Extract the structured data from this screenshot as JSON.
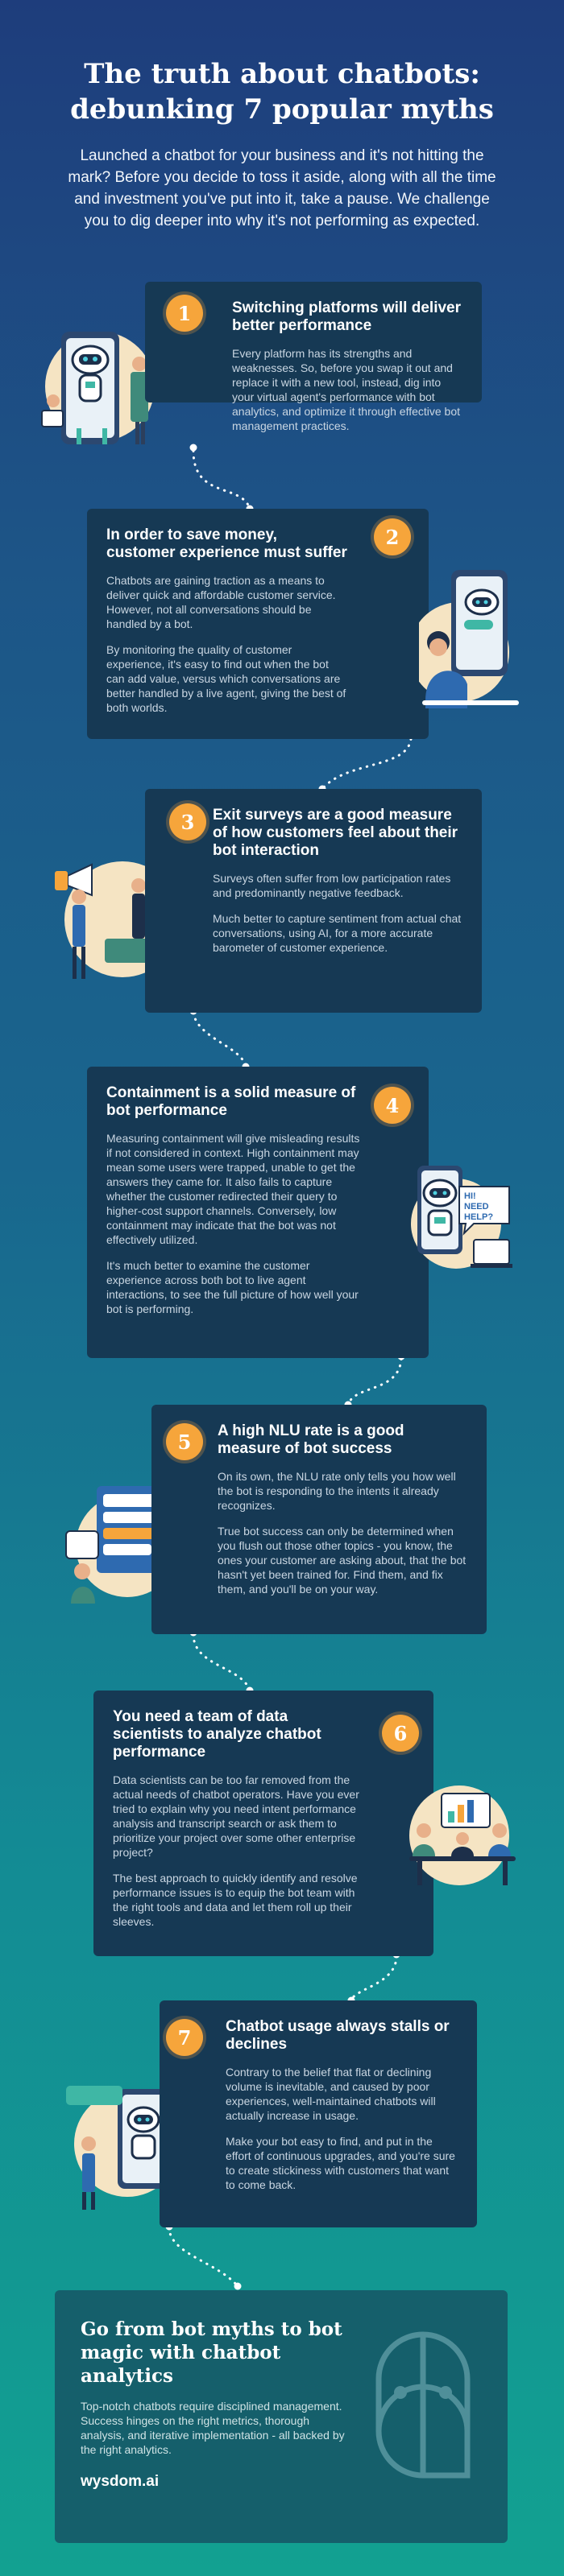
{
  "header": {
    "title_line1": "The truth about chatbots:",
    "title_line2": "debunking 7 popular myths",
    "intro": "Launched a chatbot for your business and it's not hitting the mark? Before you decide to toss it aside, along with all the time and investment you've put into it, take a pause. We challenge you to dig deeper into why it's not performing as expected."
  },
  "myths": [
    {
      "number": "1",
      "title": "Switching platforms will deliver better performance",
      "paragraphs": [
        "Every platform has its strengths and weaknesses. So, before you swap it out and replace it with a new tool, instead, dig into your virtual agent's performance with bot analytics, and optimize it through effective bot management practices."
      ]
    },
    {
      "number": "2",
      "title": "In order to save money, customer experience must suffer",
      "paragraphs": [
        "Chatbots are gaining traction as a means to deliver quick and affordable customer service. However, not all conversations should be handled by a bot.",
        "By monitoring the quality of customer experience, it's easy to find out when the bot can add value, versus which conversations are better handled by a live agent, giving the best of both worlds."
      ]
    },
    {
      "number": "3",
      "title": "Exit surveys are a good measure of how customers feel about their bot interaction",
      "paragraphs": [
        "Surveys often suffer from low participation rates and predominantly negative feedback.",
        "Much better to capture sentiment from actual chat conversations, using AI, for a more accurate barometer of customer experience."
      ]
    },
    {
      "number": "4",
      "title": "Containment is a solid measure of bot performance",
      "paragraphs": [
        "Measuring containment will give misleading results if not considered in context. High containment may mean some users were trapped, unable to get the answers they came for. It also fails to capture whether the customer redirected their query to higher-cost support channels. Conversely, low containment may indicate that the bot was not effectively utilized.",
        "It's much better to examine the customer experience across both bot to live agent interactions, to see the full picture of how well your bot is performing."
      ],
      "bubble": [
        "HI!",
        "NEED HELP?"
      ]
    },
    {
      "number": "5",
      "title": "A high NLU rate is a good measure of bot success",
      "paragraphs": [
        "On its own, the NLU rate only tells you how well the bot is responding to the intents it already recognizes.",
        "True bot success can only be determined when you flush out those other topics - you know, the ones your customer are asking about, that the bot hasn't yet been trained for. Find them, and fix them, and you'll be on your way."
      ]
    },
    {
      "number": "6",
      "title": "You need a team of data scientists to analyze chatbot performance",
      "paragraphs": [
        "Data scientists can be too far removed from the actual needs of chatbot operators. Have you ever tried to explain why you need intent performance analysis and transcript search or ask them to prioritize your project over some other enterprise project?",
        "The best approach to quickly identify and resolve performance issues is to equip the bot team with the right tools and data and let them roll up their sleeves."
      ]
    },
    {
      "number": "7",
      "title": "Chatbot usage always stalls or declines",
      "paragraphs": [
        "Contrary to the belief that flat or declining volume is inevitable, and caused by poor experiences, well-maintained chatbots will actually increase in usage.",
        "Make your bot easy to find, and put in the effort of continuous upgrades, and you're sure to create stickiness with customers that want to come back."
      ]
    }
  ],
  "footer": {
    "title": "Go from bot myths to bot magic with chatbot analytics",
    "text": "Top-notch chatbots require disciplined management. Success hinges on the right metrics, thorough analysis, and iterative implementation - all backed by the right analytics.",
    "brand": "wysdom.ai"
  },
  "icons": {
    "illustration_1": "robot-and-people-icon",
    "illustration_2": "chat-support-agent-icon",
    "illustration_3": "team-megaphone-icon",
    "illustration_4": "robot-help-icon",
    "illustration_5": "messages-board-icon",
    "illustration_6": "data-team-icon",
    "illustration_7": "robot-phone-icon",
    "brand_logo": "wysdom-owl-logo-icon"
  },
  "colors": {
    "card": "#163954",
    "accent_orange": "#f6a53b",
    "gradient_top": "#1e3d7c",
    "gradient_bottom": "#12a191",
    "footer_card": "#155f6b"
  }
}
